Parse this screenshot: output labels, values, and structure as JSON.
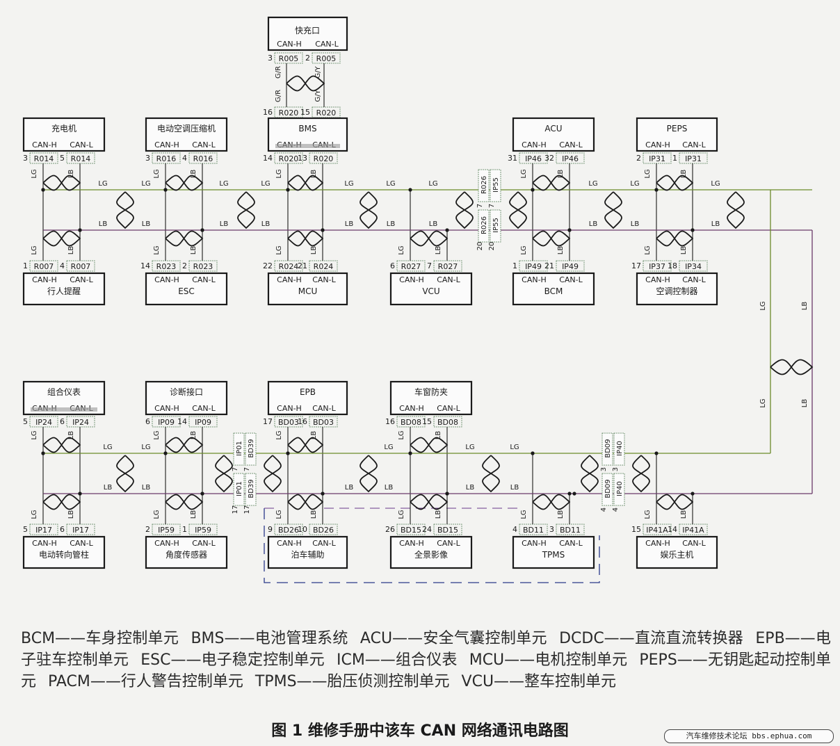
{
  "wire_labels": {
    "can_h": "CAN-H",
    "can_l": "CAN-L",
    "lg": "LG",
    "lb": "LB",
    "gr": "G/R",
    "gy": "G/Y"
  },
  "fast_charge": {
    "name": "快充口",
    "h_pin": "3",
    "h_conn": "R005",
    "l_pin": "2",
    "l_conn": "R005",
    "h_pin2": "16",
    "h_conn2": "R020",
    "l_pin2": "15",
    "l_conn2": "R020"
  },
  "top_upper": [
    {
      "name": "充电机",
      "h_pin": "3",
      "h_conn": "R014",
      "l_pin": "5",
      "l_conn": "R014"
    },
    {
      "name": "电动空调压缩机",
      "h_pin": "3",
      "h_conn": "R016",
      "l_pin": "4",
      "l_conn": "R016"
    },
    {
      "name": "BMS",
      "h_pin": "14",
      "h_conn": "R020",
      "l_pin": "13",
      "l_conn": "R020"
    },
    {
      "name": "ACU",
      "h_pin": "31",
      "h_conn": "IP46",
      "l_pin": "32",
      "l_conn": "IP46"
    },
    {
      "name": "PEPS",
      "h_pin": "2",
      "h_conn": "IP31",
      "l_pin": "1",
      "l_conn": "IP31"
    }
  ],
  "top_lower": [
    {
      "name": "行人提醒",
      "h_pin": "1",
      "h_conn": "R007",
      "l_pin": "4",
      "l_conn": "R007"
    },
    {
      "name": "ESC",
      "h_pin": "14",
      "h_conn": "R023",
      "l_pin": "2",
      "l_conn": "R023"
    },
    {
      "name": "MCU",
      "h_pin": "22",
      "h_conn": "R024",
      "l_pin": "21",
      "l_conn": "R024"
    },
    {
      "name": "VCU",
      "h_pin": "6",
      "h_conn": "R027",
      "l_pin": "7",
      "l_conn": "R027"
    },
    {
      "name": "BCM",
      "h_pin": "1",
      "h_conn": "IP49",
      "l_pin": "21",
      "l_conn": "IP49"
    },
    {
      "name": "空调控制器",
      "h_pin": "17",
      "h_conn": "IP37",
      "l_pin": "18",
      "l_conn": "IP34"
    }
  ],
  "bottom_upper": [
    {
      "name": "组合仪表",
      "h_pin": "5",
      "h_conn": "IP24",
      "l_pin": "6",
      "l_conn": "IP24"
    },
    {
      "name": "诊断接口",
      "h_pin": "6",
      "h_conn": "IP09",
      "l_pin": "14",
      "l_conn": "IP09"
    },
    {
      "name": "EPB",
      "h_pin": "17",
      "h_conn": "BD03",
      "l_pin": "16",
      "l_conn": "BD03"
    },
    {
      "name": "车窗防夹",
      "h_pin": "16",
      "h_conn": "BD08",
      "l_pin": "15",
      "l_conn": "BD08"
    }
  ],
  "bottom_lower": [
    {
      "name": "电动转向管柱",
      "h_pin": "5",
      "h_conn": "IP17",
      "l_pin": "6",
      "l_conn": "IP17"
    },
    {
      "name": "角度传感器",
      "h_pin": "2",
      "h_conn": "IP59",
      "l_pin": "1",
      "l_conn": "IP59"
    },
    {
      "name": "泊车辅助",
      "h_pin": "9",
      "h_conn": "BD26",
      "l_pin": "10",
      "l_conn": "BD26"
    },
    {
      "name": "全景影像",
      "h_pin": "26",
      "h_conn": "BD15",
      "l_pin": "24",
      "l_conn": "BD15"
    },
    {
      "name": "TPMS",
      "h_pin": "4",
      "h_conn": "BD11",
      "l_pin": "3",
      "l_conn": "BD11"
    },
    {
      "name": "娱乐主机",
      "h_pin": "15",
      "h_conn": "IP41A",
      "l_pin": "14",
      "l_conn": "IP41A"
    }
  ],
  "inline_connectors": {
    "top_h_pin": "7",
    "top_l_pin": "20",
    "top_left": "R026",
    "top_right": "IP55",
    "mid_h_pin": "7",
    "mid_l_pin": "17",
    "mid_left": "IP01",
    "mid_right": "BD39",
    "right_h_pin": "3",
    "right_l_pin": "4",
    "right_left": "BD09",
    "right_right": "IP40"
  },
  "legend": [
    "BCM——车身控制单元",
    "BMS——电池管理系统",
    "ACU——安全气囊控制单元",
    "DCDC——直流直流转换器",
    "EPB——电子驻车控制单元",
    "ESC——电子稳定控制单元",
    "ICM——组合仪表",
    "MCU——电机控制单元",
    "PEPS——无钥匙起动控制单元",
    "PACM——行人警告控制单元",
    "TPMS——胎压侦测控制单元",
    "VCU——整车控制单元"
  ],
  "caption": "图 1 维修手册中该车 CAN 网络通讯电路图",
  "watermark": "汽车维修技术论坛 bbs.ephua.com",
  "colors": {
    "can_h": "#6a8a2a",
    "can_l": "#6a3a6a",
    "ink": "#1a1a1a",
    "connector": "#7a9a7a",
    "dashed": "#2a3a8a"
  }
}
